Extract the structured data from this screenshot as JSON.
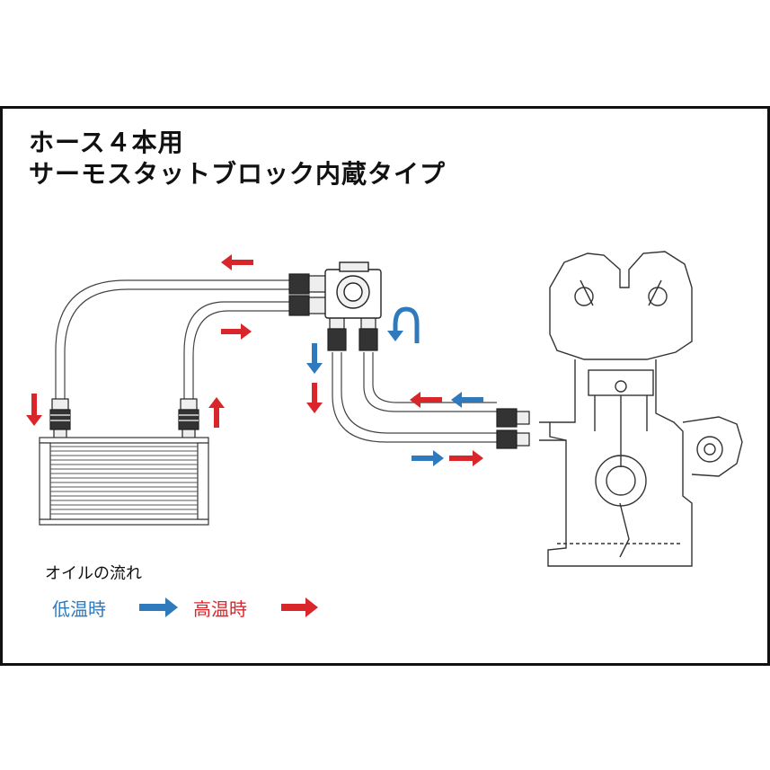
{
  "title": {
    "line1": "ホース４本用",
    "line2": "サーモスタットブロック内蔵タイプ"
  },
  "legend": {
    "heading": "オイルの流れ",
    "low_temp": "低温時",
    "high_temp": "高温時"
  },
  "colors": {
    "low_temp_arrow": "#2f79bd",
    "high_temp_arrow": "#d9262a",
    "frame": "#111111",
    "line_art": "#333333"
  },
  "icons": {
    "low_temp_arrow": "blue-arrow-icon",
    "high_temp_arrow": "red-arrow-icon"
  }
}
